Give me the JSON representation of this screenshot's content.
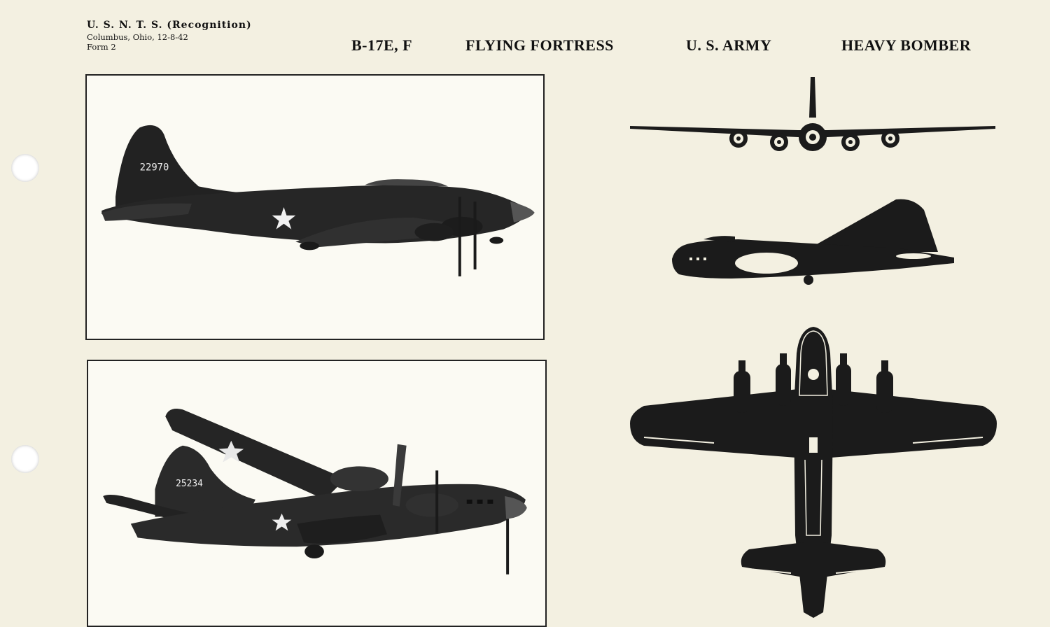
{
  "header": {
    "org": "U. S. N. T. S. (Recognition)",
    "location_date": "Columbus, Ohio, 12-8-42",
    "form": "Form 2"
  },
  "title": {
    "model": "B-17E, F",
    "name": "FLYING FORTRESS",
    "service": "U. S. ARMY",
    "role": "HEAVY BOMBER"
  },
  "photos": {
    "top_serial": "22970",
    "bottom_serial": "25234"
  },
  "colors": {
    "paper": "#f3f0e1",
    "ink": "#1a1a1a",
    "aircraft": "#262626"
  },
  "icons": [
    "star-insignia",
    "roundel"
  ]
}
